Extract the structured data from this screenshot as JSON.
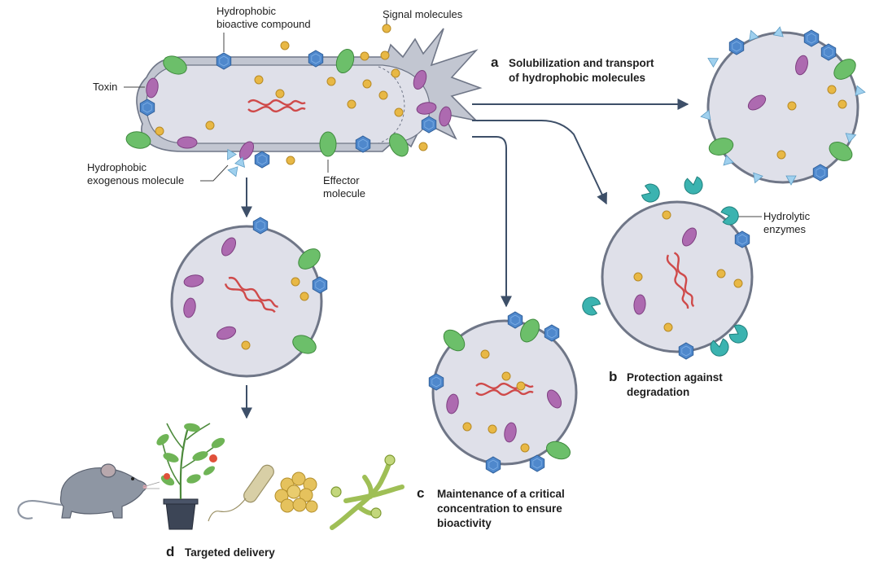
{
  "labels": {
    "hydrophobic_bioactive": [
      "Hydrophobic",
      "bioactive compound"
    ],
    "signal_molecules": "Signal molecules",
    "toxin": "Toxin",
    "hydrophobic_exogenous": [
      "Hydrophobic",
      "exogenous molecule"
    ],
    "effector": [
      "Effector",
      "molecule"
    ],
    "hydrolytic": [
      "Hydrolytic",
      "enzymes"
    ]
  },
  "steps": {
    "a": {
      "letter": "a",
      "lines": [
        "Solubilization and transport",
        "of hydrophobic molecules"
      ]
    },
    "b": {
      "letter": "b",
      "lines": [
        "Protection against",
        "degradation"
      ]
    },
    "c": {
      "letter": "c",
      "lines": [
        "Maintenance of a critical",
        "concentration to ensure",
        "bioactivity"
      ]
    },
    "d": {
      "letter": "d",
      "lines": [
        "Targeted delivery"
      ]
    }
  },
  "colors": {
    "membrane": "#c2c6d1",
    "membrane_edge": "#6f7687",
    "lumen": "#dfe0e9",
    "hexagon": "#4f88cc",
    "green": "#6cbf6a",
    "purple": "#ad6ab0",
    "yellow": "#e8b845",
    "dna": "#cf4a4a",
    "arrow": "#3d4f68",
    "enzyme": "#3bb3b0"
  },
  "icons": [
    "mouse-icon",
    "tomato-plant-icon",
    "bacterium-icon",
    "cell-cluster-icon",
    "fungal-hyphae-icon"
  ]
}
